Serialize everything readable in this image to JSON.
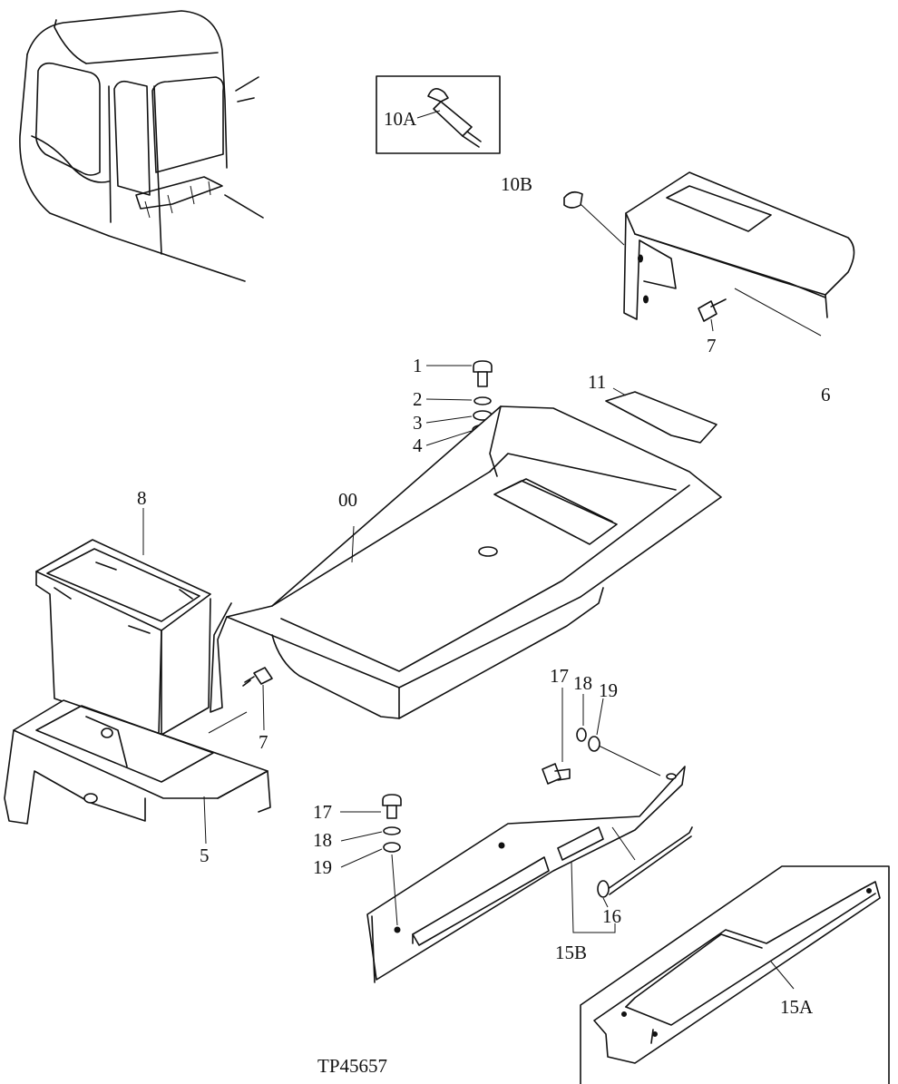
{
  "figure_code": "TP45657",
  "labels": {
    "l1": "1",
    "l2": "2",
    "l3": "3",
    "l4": "4",
    "l5": "5",
    "l6": "6",
    "l7a": "7",
    "l7b": "7",
    "l8": "8",
    "l00": "00",
    "l10a": "10A",
    "l10b": "10B",
    "l11": "11",
    "l15a": "15A",
    "l15b": "15B",
    "l16": "16",
    "l17a": "17",
    "l18a": "18",
    "l19a": "19",
    "l17b": "17",
    "l18b": "18",
    "l19b": "19"
  }
}
